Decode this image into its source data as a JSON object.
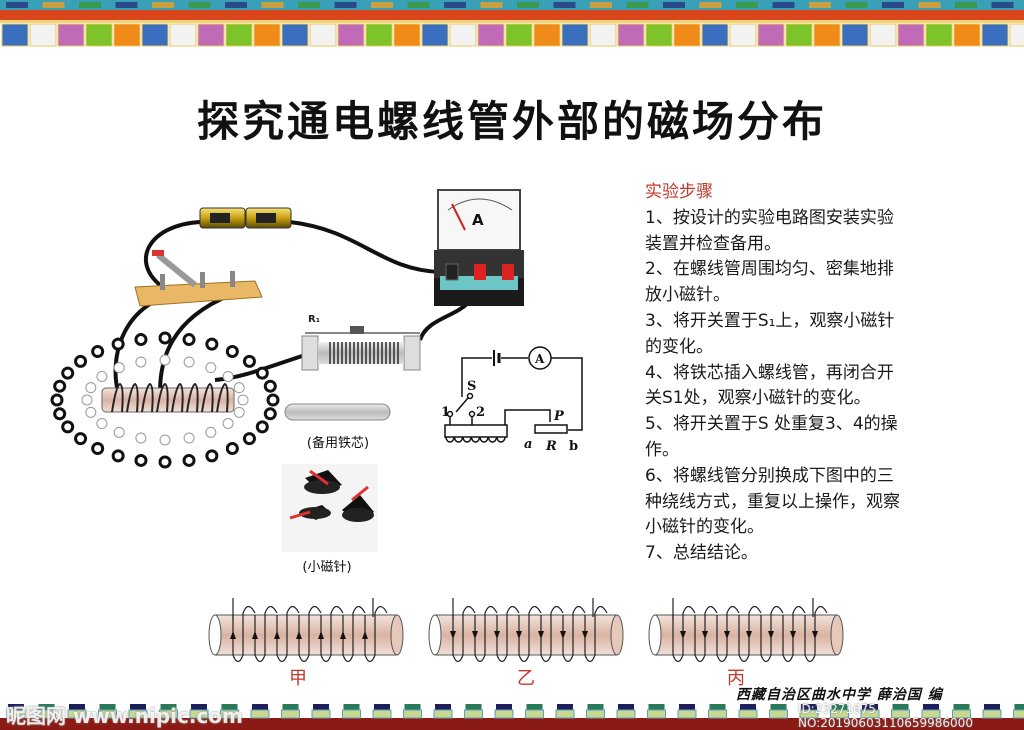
{
  "title": "探究通电螺线管外部的磁场分布",
  "steps": {
    "heading": "实验步骤",
    "lines": [
      "1、按设计的实验电路图安装实验",
      "装置并检查备用。",
      "2、在螺线管周围均匀、密集地排",
      "放小磁针。",
      "3、将开关置于S₁上，观察小磁针",
      "的变化。",
      "4、将铁芯插入螺线管，再闭合开",
      "关S1处，观察小磁针的变化。",
      "5、将开关置于S  处重复3、4的操",
      "作。",
      "6、将螺线管分别换成下图中的三",
      "种绕线方式，重复以上操作，观察",
      "小磁针的变化。",
      "7、总结结论。"
    ]
  },
  "apparatus": {
    "ammeter_symbol": "A",
    "rheostat_label": "R₁",
    "iron_core_caption": "(备用铁芯)",
    "compass_caption": "(小磁针)"
  },
  "circuit": {
    "ammeter": "A",
    "switch": "S",
    "terminal_1": "1",
    "terminal_2": "2",
    "slider": "P",
    "end_a": "a",
    "resistor": "R",
    "end_b": "b"
  },
  "windings": [
    {
      "label": "甲"
    },
    {
      "label": "乙"
    },
    {
      "label": "丙"
    }
  ],
  "credit": "西藏自治区曲水中学 薛治国 编",
  "watermark": {
    "site": "昵图网 www.nipic.com",
    "id": "ID:23271675 NO:20190603110659986000"
  },
  "colors": {
    "heading": "#c0392b",
    "label_red": "#c0392b",
    "border_red": "#8b1a14"
  }
}
